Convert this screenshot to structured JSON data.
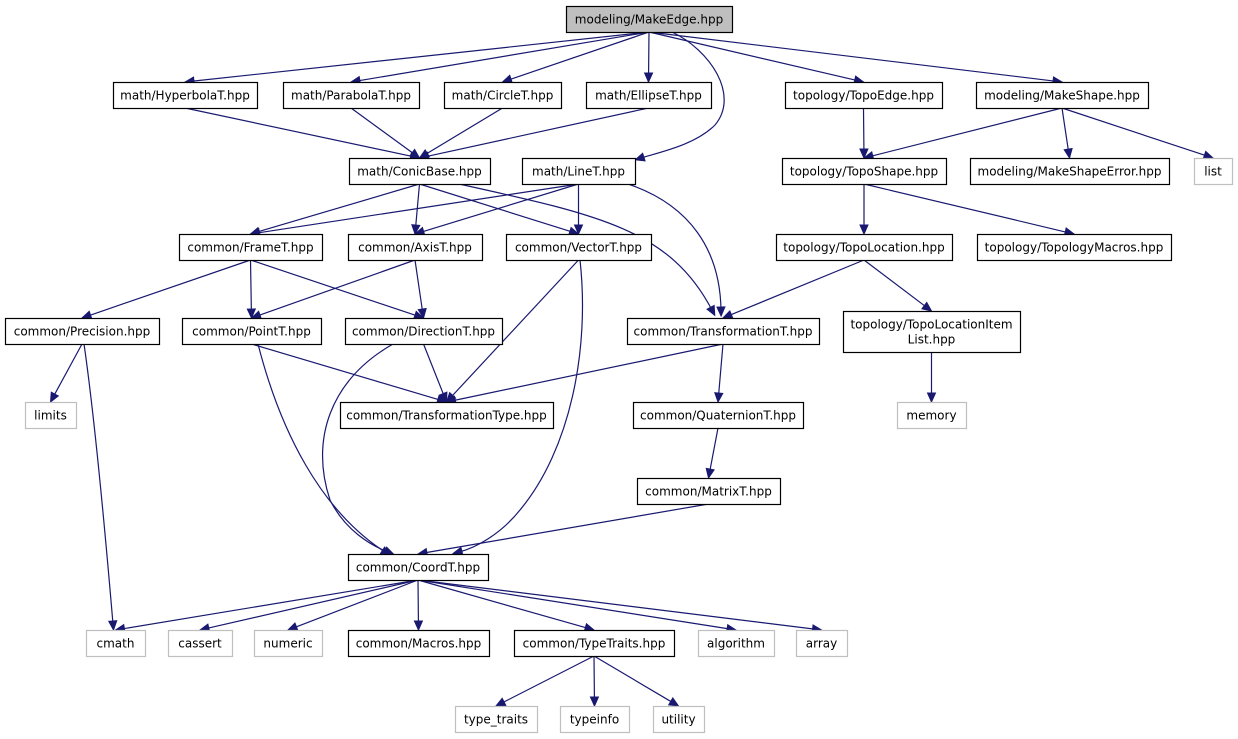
{
  "colors": {
    "edge": "#191970",
    "root_fill": "#bfbfbf",
    "local_border": "#000000",
    "external_border": "#bfbfbf"
  },
  "nodes": [
    {
      "id": "makeedge",
      "kind": "root",
      "lines": [
        "modeling/MakeEdge.hpp"
      ]
    },
    {
      "id": "hyperbolat",
      "kind": "local",
      "lines": [
        "math/HyperbolaT.hpp"
      ]
    },
    {
      "id": "parabolat",
      "kind": "local",
      "lines": [
        "math/ParabolaT.hpp"
      ]
    },
    {
      "id": "circlet",
      "kind": "local",
      "lines": [
        "math/CircleT.hpp"
      ]
    },
    {
      "id": "ellipset",
      "kind": "local",
      "lines": [
        "math/EllipseT.hpp"
      ]
    },
    {
      "id": "topoedge",
      "kind": "local",
      "lines": [
        "topology/TopoEdge.hpp"
      ]
    },
    {
      "id": "makeshape",
      "kind": "local",
      "lines": [
        "modeling/MakeShape.hpp"
      ]
    },
    {
      "id": "conicbase",
      "kind": "local",
      "lines": [
        "math/ConicBase.hpp"
      ]
    },
    {
      "id": "linet",
      "kind": "local",
      "lines": [
        "math/LineT.hpp"
      ]
    },
    {
      "id": "toposhape",
      "kind": "local",
      "lines": [
        "topology/TopoShape.hpp"
      ]
    },
    {
      "id": "makeshapeerror",
      "kind": "local",
      "lines": [
        "modeling/MakeShapeError.hpp"
      ]
    },
    {
      "id": "list",
      "kind": "external",
      "lines": [
        "list"
      ]
    },
    {
      "id": "framet",
      "kind": "local",
      "lines": [
        "common/FrameT.hpp"
      ]
    },
    {
      "id": "axist",
      "kind": "local",
      "lines": [
        "common/AxisT.hpp"
      ]
    },
    {
      "id": "vectort",
      "kind": "local",
      "lines": [
        "common/VectorT.hpp"
      ]
    },
    {
      "id": "topolocation",
      "kind": "local",
      "lines": [
        "topology/TopoLocation.hpp"
      ]
    },
    {
      "id": "topologymacros",
      "kind": "local",
      "lines": [
        "topology/TopologyMacros.hpp"
      ]
    },
    {
      "id": "precision",
      "kind": "local",
      "lines": [
        "common/Precision.hpp"
      ]
    },
    {
      "id": "pointt",
      "kind": "local",
      "lines": [
        "common/PointT.hpp"
      ]
    },
    {
      "id": "directiont",
      "kind": "local",
      "lines": [
        "common/DirectionT.hpp"
      ]
    },
    {
      "id": "transformationt",
      "kind": "local",
      "lines": [
        "common/TransformationT.hpp"
      ]
    },
    {
      "id": "topolocationitemlist",
      "kind": "local",
      "lines": [
        "topology/TopoLocationItem",
        "List.hpp"
      ]
    },
    {
      "id": "limits",
      "kind": "external",
      "lines": [
        "limits"
      ]
    },
    {
      "id": "transformationtype",
      "kind": "local",
      "lines": [
        "common/TransformationType.hpp"
      ]
    },
    {
      "id": "quaterniont",
      "kind": "local",
      "lines": [
        "common/QuaternionT.hpp"
      ]
    },
    {
      "id": "memory",
      "kind": "external",
      "lines": [
        "memory"
      ]
    },
    {
      "id": "matrixt",
      "kind": "local",
      "lines": [
        "common/MatrixT.hpp"
      ]
    },
    {
      "id": "coordt",
      "kind": "local",
      "lines": [
        "common/CoordT.hpp"
      ]
    },
    {
      "id": "cmath",
      "kind": "external",
      "lines": [
        "cmath"
      ]
    },
    {
      "id": "cassert",
      "kind": "external",
      "lines": [
        "cassert"
      ]
    },
    {
      "id": "numeric",
      "kind": "external",
      "lines": [
        "numeric"
      ]
    },
    {
      "id": "macros",
      "kind": "local",
      "lines": [
        "common/Macros.hpp"
      ]
    },
    {
      "id": "typetraitshpp",
      "kind": "local",
      "lines": [
        "common/TypeTraits.hpp"
      ]
    },
    {
      "id": "algorithm",
      "kind": "external",
      "lines": [
        "algorithm"
      ]
    },
    {
      "id": "array",
      "kind": "external",
      "lines": [
        "array"
      ]
    },
    {
      "id": "type_traits",
      "kind": "external",
      "lines": [
        "type_traits"
      ]
    },
    {
      "id": "typeinfo",
      "kind": "external",
      "lines": [
        "typeinfo"
      ]
    },
    {
      "id": "utility",
      "kind": "external",
      "lines": [
        "utility"
      ]
    }
  ],
  "edges": [
    [
      "makeedge",
      "hyperbolat"
    ],
    [
      "makeedge",
      "parabolat"
    ],
    [
      "makeedge",
      "circlet"
    ],
    [
      "makeedge",
      "ellipset"
    ],
    [
      "makeedge",
      "linet"
    ],
    [
      "makeedge",
      "topoedge"
    ],
    [
      "makeedge",
      "makeshape"
    ],
    [
      "hyperbolat",
      "conicbase"
    ],
    [
      "parabolat",
      "conicbase"
    ],
    [
      "circlet",
      "conicbase"
    ],
    [
      "ellipset",
      "conicbase"
    ],
    [
      "topoedge",
      "toposhape"
    ],
    [
      "makeshape",
      "toposhape"
    ],
    [
      "makeshape",
      "makeshapeerror"
    ],
    [
      "makeshape",
      "list"
    ],
    [
      "conicbase",
      "framet"
    ],
    [
      "conicbase",
      "axist"
    ],
    [
      "conicbase",
      "vectort"
    ],
    [
      "conicbase",
      "transformationt"
    ],
    [
      "linet",
      "framet"
    ],
    [
      "linet",
      "axist"
    ],
    [
      "linet",
      "vectort"
    ],
    [
      "linet",
      "transformationt"
    ],
    [
      "toposhape",
      "topolocation"
    ],
    [
      "toposhape",
      "topologymacros"
    ],
    [
      "framet",
      "precision"
    ],
    [
      "framet",
      "pointt"
    ],
    [
      "framet",
      "directiont"
    ],
    [
      "axist",
      "pointt"
    ],
    [
      "axist",
      "directiont"
    ],
    [
      "vectort",
      "transformationtype"
    ],
    [
      "vectort",
      "coordt"
    ],
    [
      "topolocation",
      "transformationt"
    ],
    [
      "topolocation",
      "topolocationitemlist"
    ],
    [
      "precision",
      "limits"
    ],
    [
      "precision",
      "cmath"
    ],
    [
      "pointt",
      "transformationtype"
    ],
    [
      "pointt",
      "coordt"
    ],
    [
      "directiont",
      "transformationtype"
    ],
    [
      "directiont",
      "coordt"
    ],
    [
      "transformationt",
      "transformationtype"
    ],
    [
      "transformationt",
      "quaterniont"
    ],
    [
      "topolocationitemlist",
      "memory"
    ],
    [
      "quaterniont",
      "matrixt"
    ],
    [
      "matrixt",
      "coordt"
    ],
    [
      "coordt",
      "cmath"
    ],
    [
      "coordt",
      "cassert"
    ],
    [
      "coordt",
      "numeric"
    ],
    [
      "coordt",
      "macros"
    ],
    [
      "coordt",
      "typetraitshpp"
    ],
    [
      "coordt",
      "algorithm"
    ],
    [
      "coordt",
      "array"
    ],
    [
      "typetraitshpp",
      "type_traits"
    ],
    [
      "typetraitshpp",
      "typeinfo"
    ],
    [
      "typetraitshpp",
      "utility"
    ]
  ]
}
